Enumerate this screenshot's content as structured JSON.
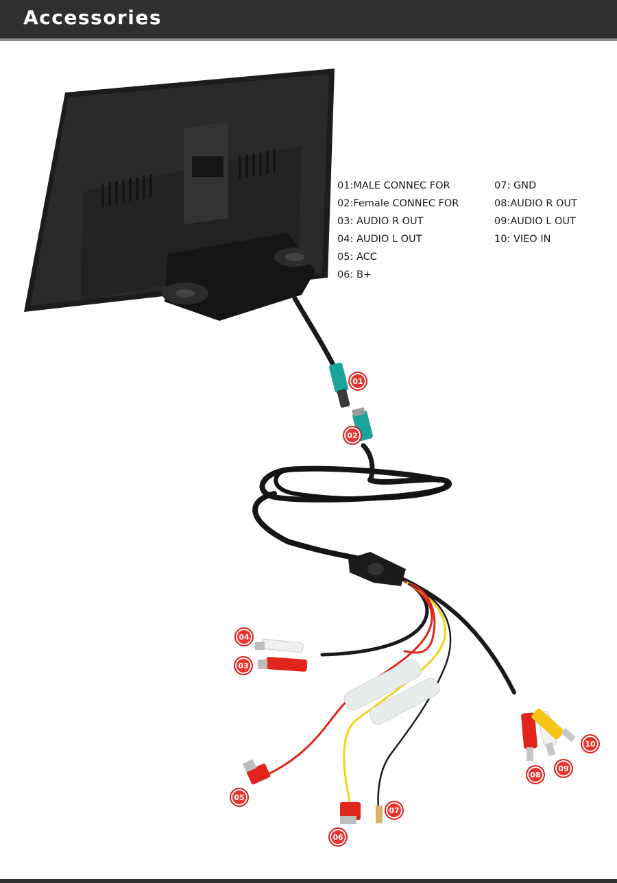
{
  "header": {
    "title": "Accessories"
  },
  "legend": {
    "left": [
      "01:MALE CONNEC FOR",
      "02:Female CONNEC FOR",
      "03: AUDIO R OUT",
      "04: AUDIO L OUT",
      "05: ACC",
      "06: B+"
    ],
    "right": [
      "07: GND",
      "08:AUDIO R OUT",
      "09:AUDIO L OUT",
      "10: VIEO IN"
    ]
  },
  "callouts": [
    "01",
    "02",
    "03",
    "04",
    "05",
    "06",
    "07",
    "08",
    "09",
    "10"
  ],
  "colors": {
    "header_bg": "#2f2f2f",
    "callout_red": "#e8342c",
    "connector_teal": "#1aa39a",
    "wire_red": "#e0251c",
    "wire_yellow": "#f2d21a"
  }
}
